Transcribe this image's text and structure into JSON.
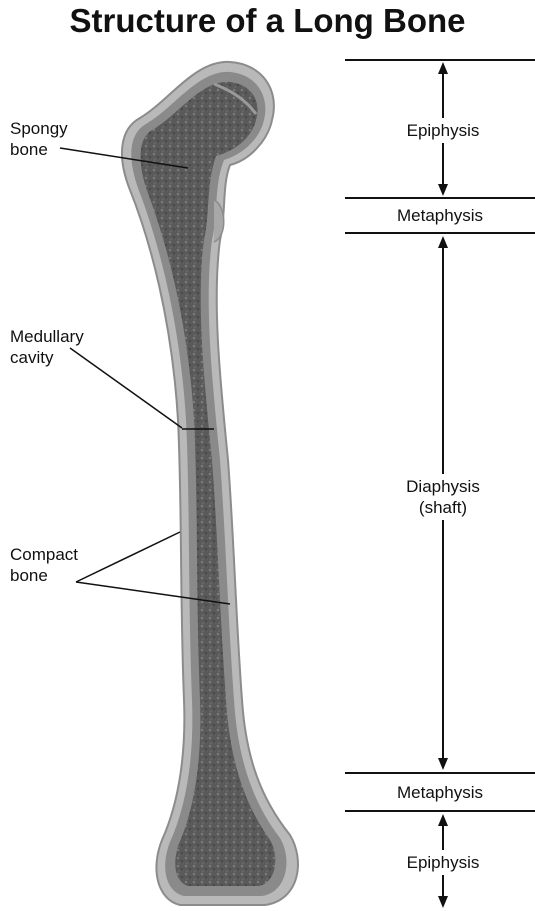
{
  "title": "Structure of a Long Bone",
  "left_labels": {
    "spongy_bone": [
      "Spongy",
      "bone"
    ],
    "medullary_cavity": [
      "Medullary",
      "cavity"
    ],
    "compact_bone": [
      "Compact",
      "bone"
    ]
  },
  "regions": {
    "epiphysis_top": "Epiphysis",
    "metaphysis_top": "Metaphysis",
    "diaphysis": [
      "Diaphysis",
      "(shaft)"
    ],
    "metaphysis_bottom": "Metaphysis",
    "epiphysis_bottom": "Epiphysis"
  },
  "colors": {
    "outer_bone": "#b8b8b8",
    "compact_bone": "#8a8a8a",
    "spongy_interior": "#5e5e5e",
    "line": "#111111"
  }
}
